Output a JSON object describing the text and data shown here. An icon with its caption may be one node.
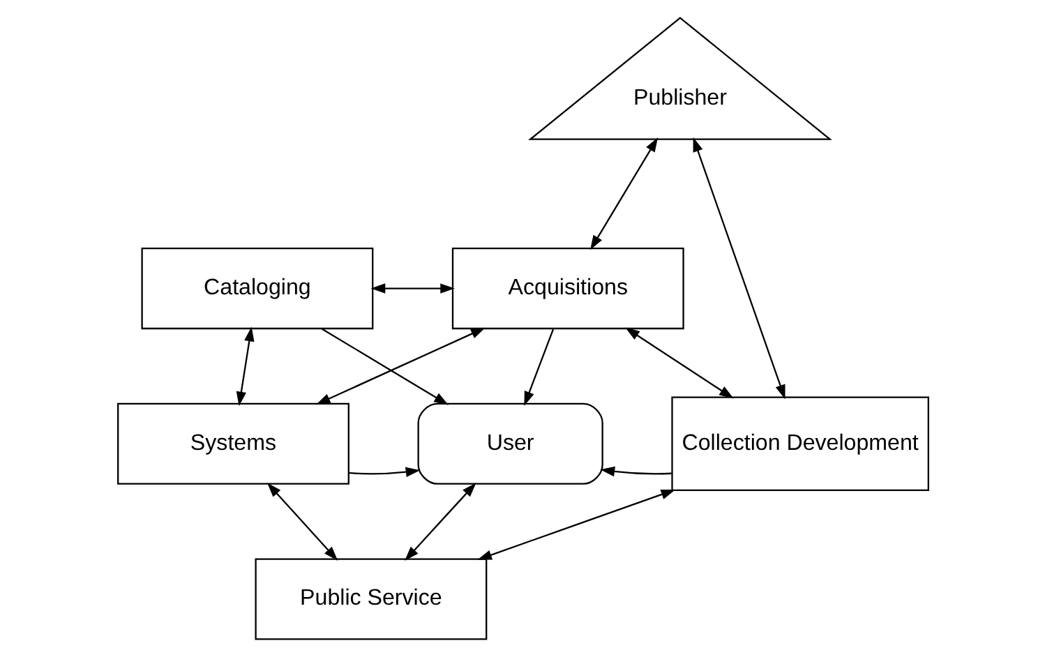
{
  "diagram": {
    "nodes": [
      {
        "text": [
          "Publisher"
        ]
      },
      {
        "text": [
          "Cataloging"
        ]
      },
      {
        "text": [
          "Acquisitions"
        ]
      },
      {
        "text": [
          "Systems"
        ]
      },
      {
        "text": [
          "User"
        ]
      },
      {
        "text": [
          "Collection Development"
        ]
      },
      {
        "text": [
          "Public Service"
        ]
      }
    ],
    "edges": [
      {
        "from": 0,
        "to": 2,
        "arrow": "both"
      },
      {
        "from": 0,
        "to": 5,
        "arrow": "both"
      },
      {
        "from": 1,
        "to": 2,
        "arrow": "both"
      },
      {
        "from": 1,
        "to": 3,
        "arrow": "both"
      },
      {
        "from": 1,
        "to": 4,
        "arrow": "to"
      },
      {
        "from": 2,
        "to": 4,
        "arrow": "to"
      },
      {
        "from": 2,
        "to": 3,
        "arrow": "both"
      },
      {
        "from": 2,
        "to": 5,
        "arrow": "both"
      },
      {
        "from": 3,
        "to": 4,
        "arrow": "to"
      },
      {
        "from": 5,
        "to": 4,
        "arrow": "to"
      },
      {
        "from": 3,
        "to": 6,
        "arrow": "both"
      },
      {
        "from": 6,
        "to": 4,
        "arrow": "both"
      },
      {
        "from": 5,
        "to": 6,
        "arrow": "both"
      }
    ]
  }
}
